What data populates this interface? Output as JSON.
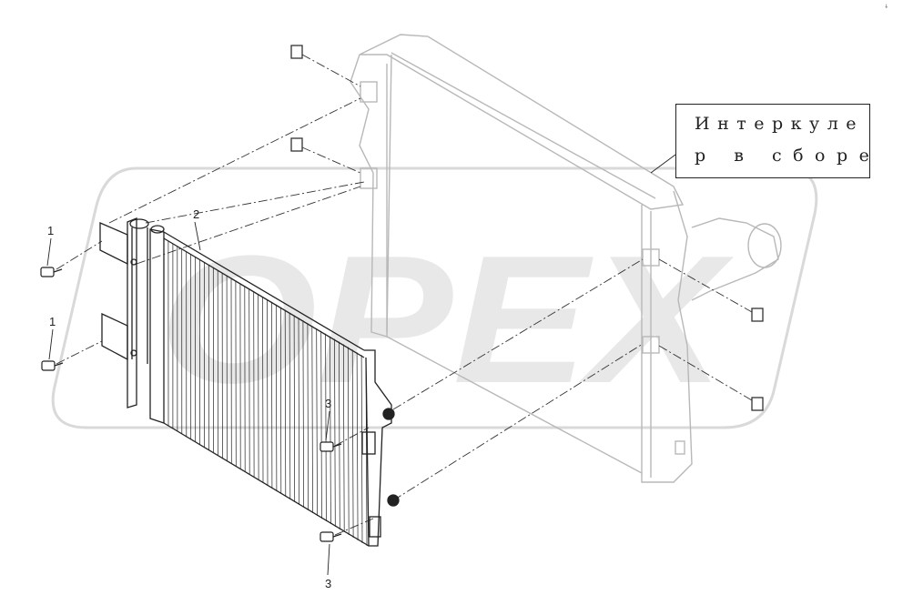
{
  "watermark": {
    "text": "OPEX"
  },
  "callout": {
    "line1": "Интеркуле",
    "line2": "р в сборе"
  },
  "labels": {
    "part_1_upper": "1",
    "part_1_lower": "1",
    "part_2": "2",
    "part_3_upper": "3",
    "part_3_lower": "3"
  },
  "colors": {
    "line": "#222222",
    "ghost": "#b8b8b8",
    "watermark": "#d6d6d6"
  }
}
